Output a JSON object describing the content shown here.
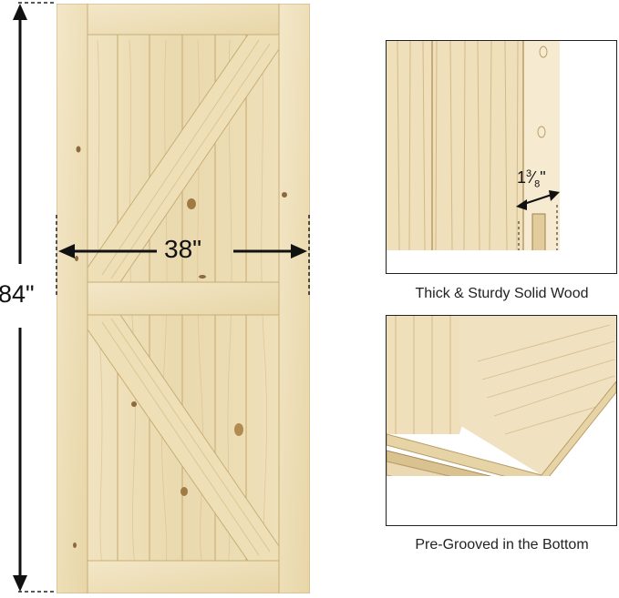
{
  "door": {
    "height_label": "84\"",
    "width_label": "38\"",
    "wood_color": "#eedfb8",
    "grain_color": "#d6bf8a",
    "knot_color": "#8a6a3e"
  },
  "detail_top": {
    "caption": "Thick & Sturdy Solid Wood",
    "thickness_whole": "1",
    "thickness_num": "3",
    "thickness_den": "8",
    "thickness_unit": "\""
  },
  "detail_bottom": {
    "caption": "Pre-Grooved in the Bottom"
  }
}
